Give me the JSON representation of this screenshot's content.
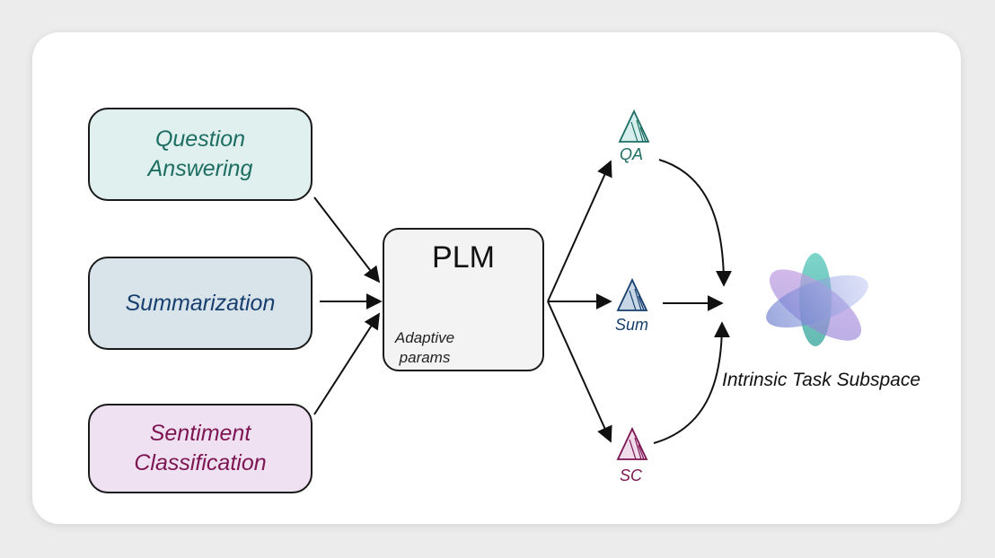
{
  "tasks": {
    "qa": {
      "label": "Question\nAnswering"
    },
    "sum": {
      "label": "Summarization"
    },
    "sc": {
      "label": "Sentiment\nClassification"
    }
  },
  "model": {
    "title": "PLM",
    "adaptive_label": "Adaptive params"
  },
  "outputs": {
    "qa": {
      "label": "QA"
    },
    "sum": {
      "label": "Sum"
    },
    "sc": {
      "label": "SC"
    }
  },
  "subspace": {
    "label": "Intrinsic Task Subspace"
  },
  "colors": {
    "qa": "#1d6d63",
    "sum": "#163f6e",
    "sc": "#7c1552",
    "arrow": "#111111"
  },
  "icons": {
    "adaptive": "hatched-triangle-icon",
    "subspace": "intersecting-ellipses-icon"
  }
}
